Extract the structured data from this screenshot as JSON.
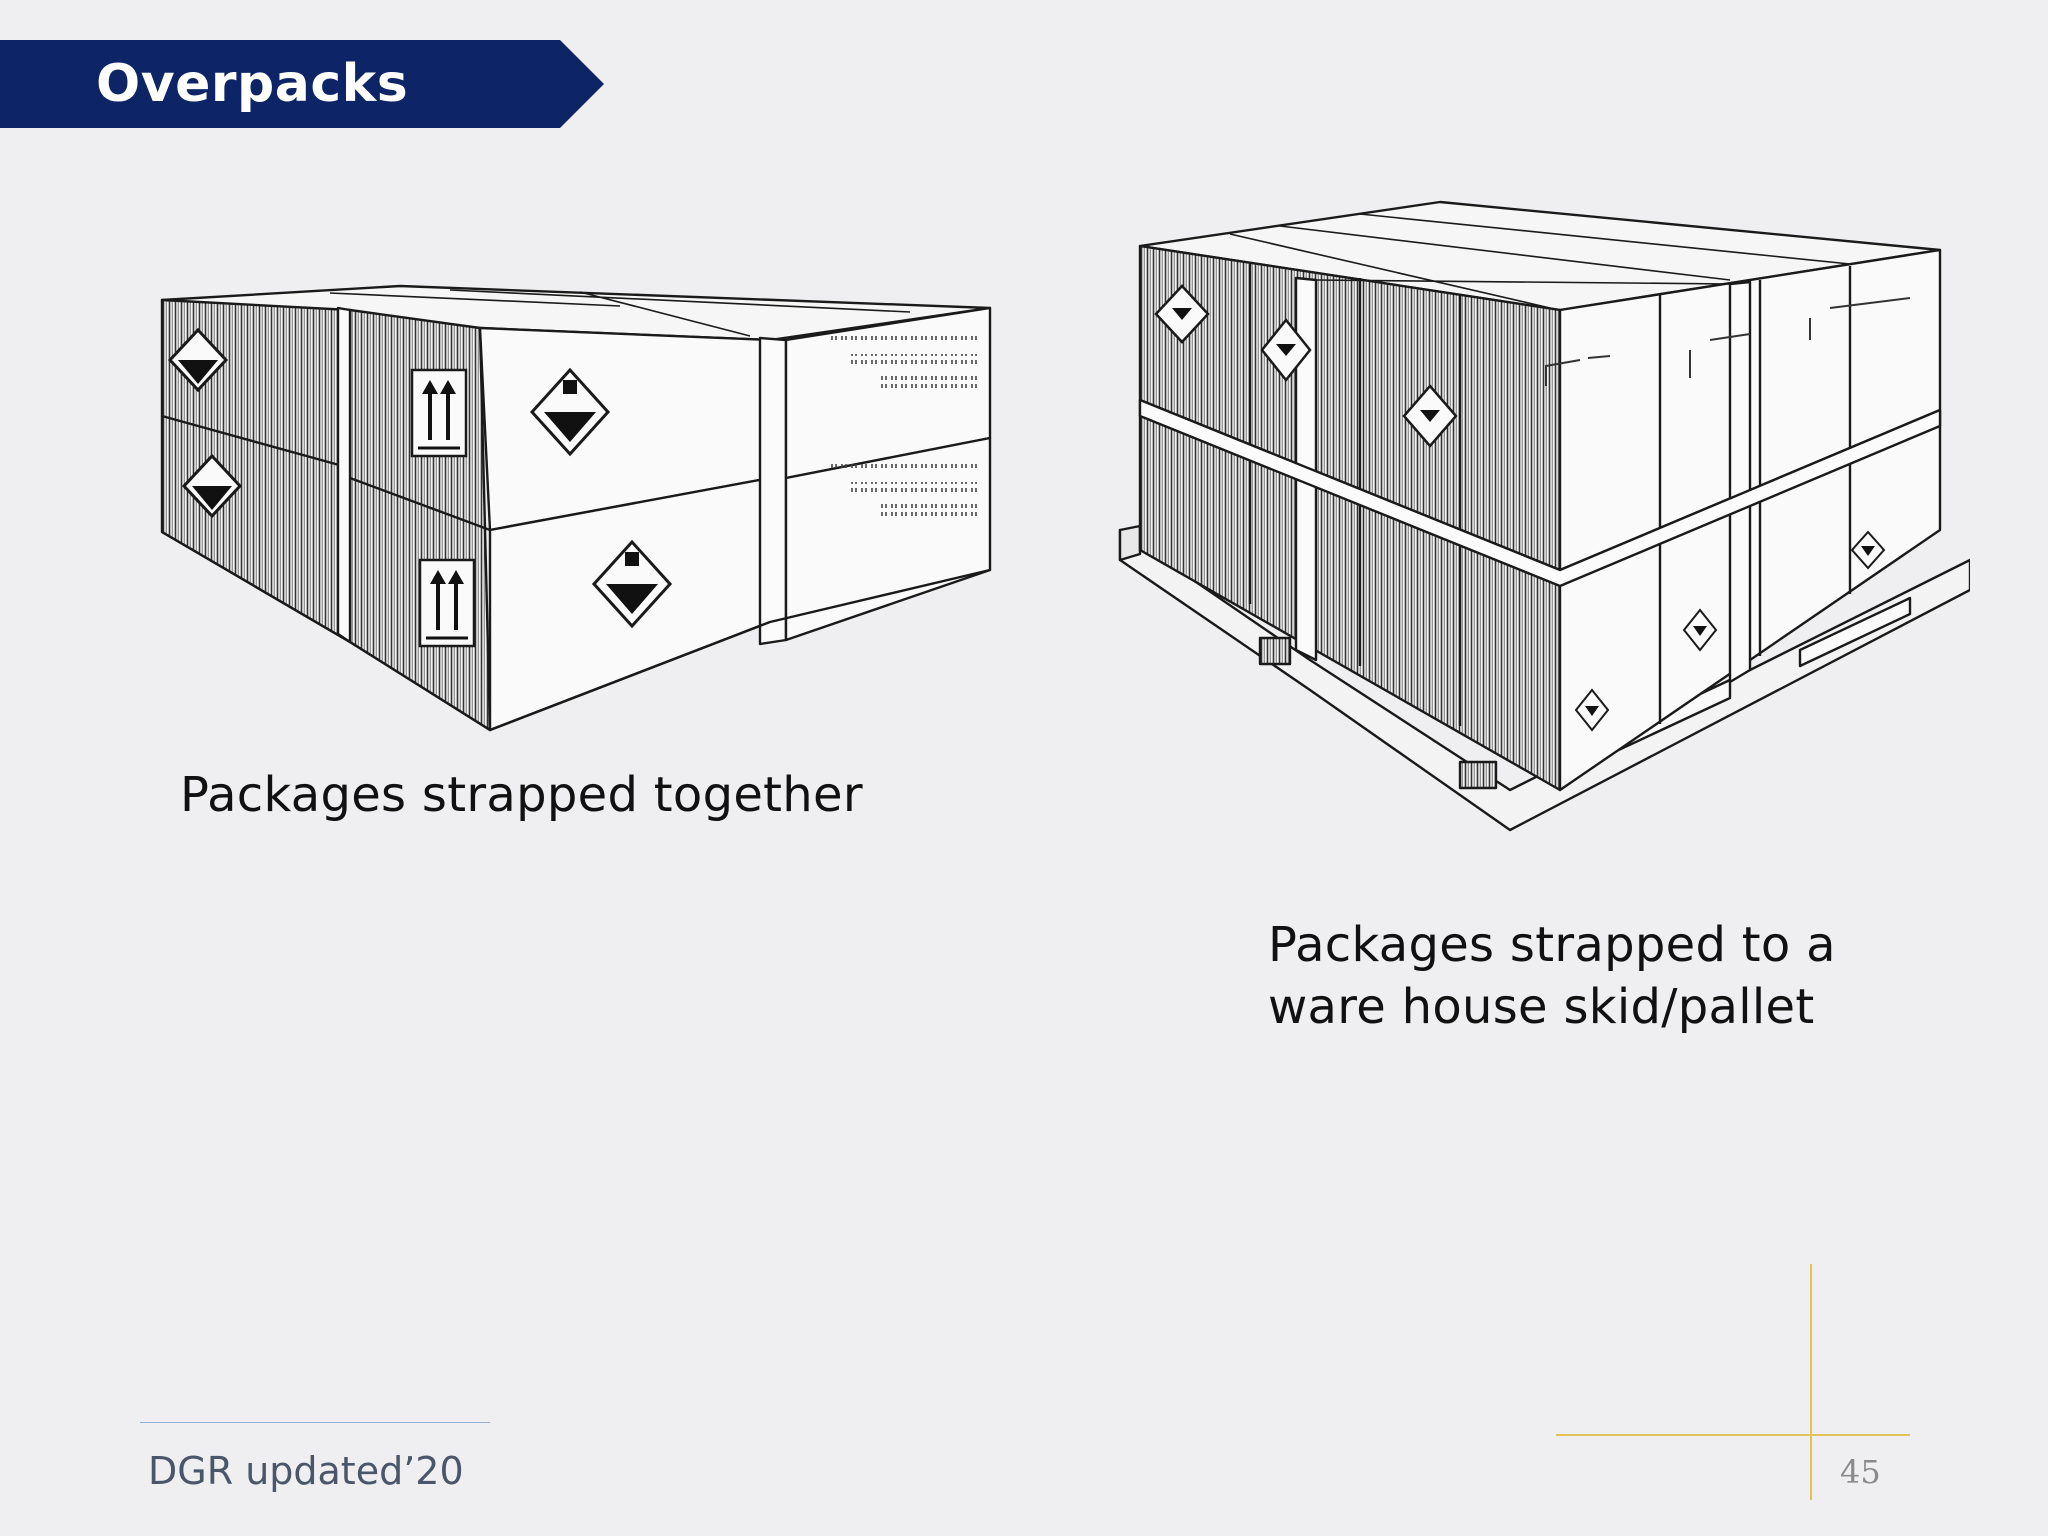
{
  "slide": {
    "title": "Overpacks",
    "caption_left": "Packages strapped together",
    "caption_right": "Packages strapped to a ware house skid/pallet",
    "footer": "DGR updated’20",
    "page_number": "45"
  },
  "colors": {
    "banner": "#0d2466",
    "background": "#efeff1",
    "accent_line": "#e2c35a",
    "footer_rule": "#8fb0cf"
  },
  "icons": {
    "left_illustration": "boxes-strapped-together-drawing",
    "right_illustration": "boxes-on-pallet-drawing",
    "hazard_label": "hazard-diamond-icon",
    "orientation_label": "this-way-up-arrows-icon"
  }
}
